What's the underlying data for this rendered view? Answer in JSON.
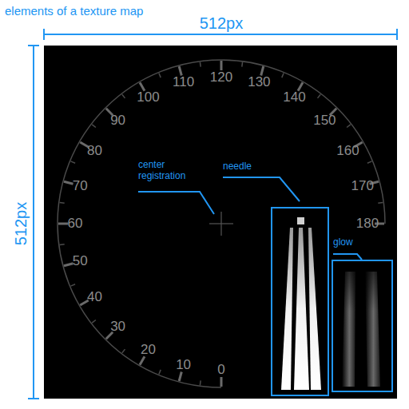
{
  "diagram": {
    "title": "elements of a texture map",
    "labels": [
      "512px",
      "512px",
      "center registration",
      "needle",
      "glow",
      "0",
      "10",
      "20",
      "30",
      "40",
      "50",
      "60",
      "70",
      "80",
      "90",
      "100",
      "110",
      "120",
      "130",
      "140",
      "150",
      "160",
      "170",
      "180"
    ]
  }
}
